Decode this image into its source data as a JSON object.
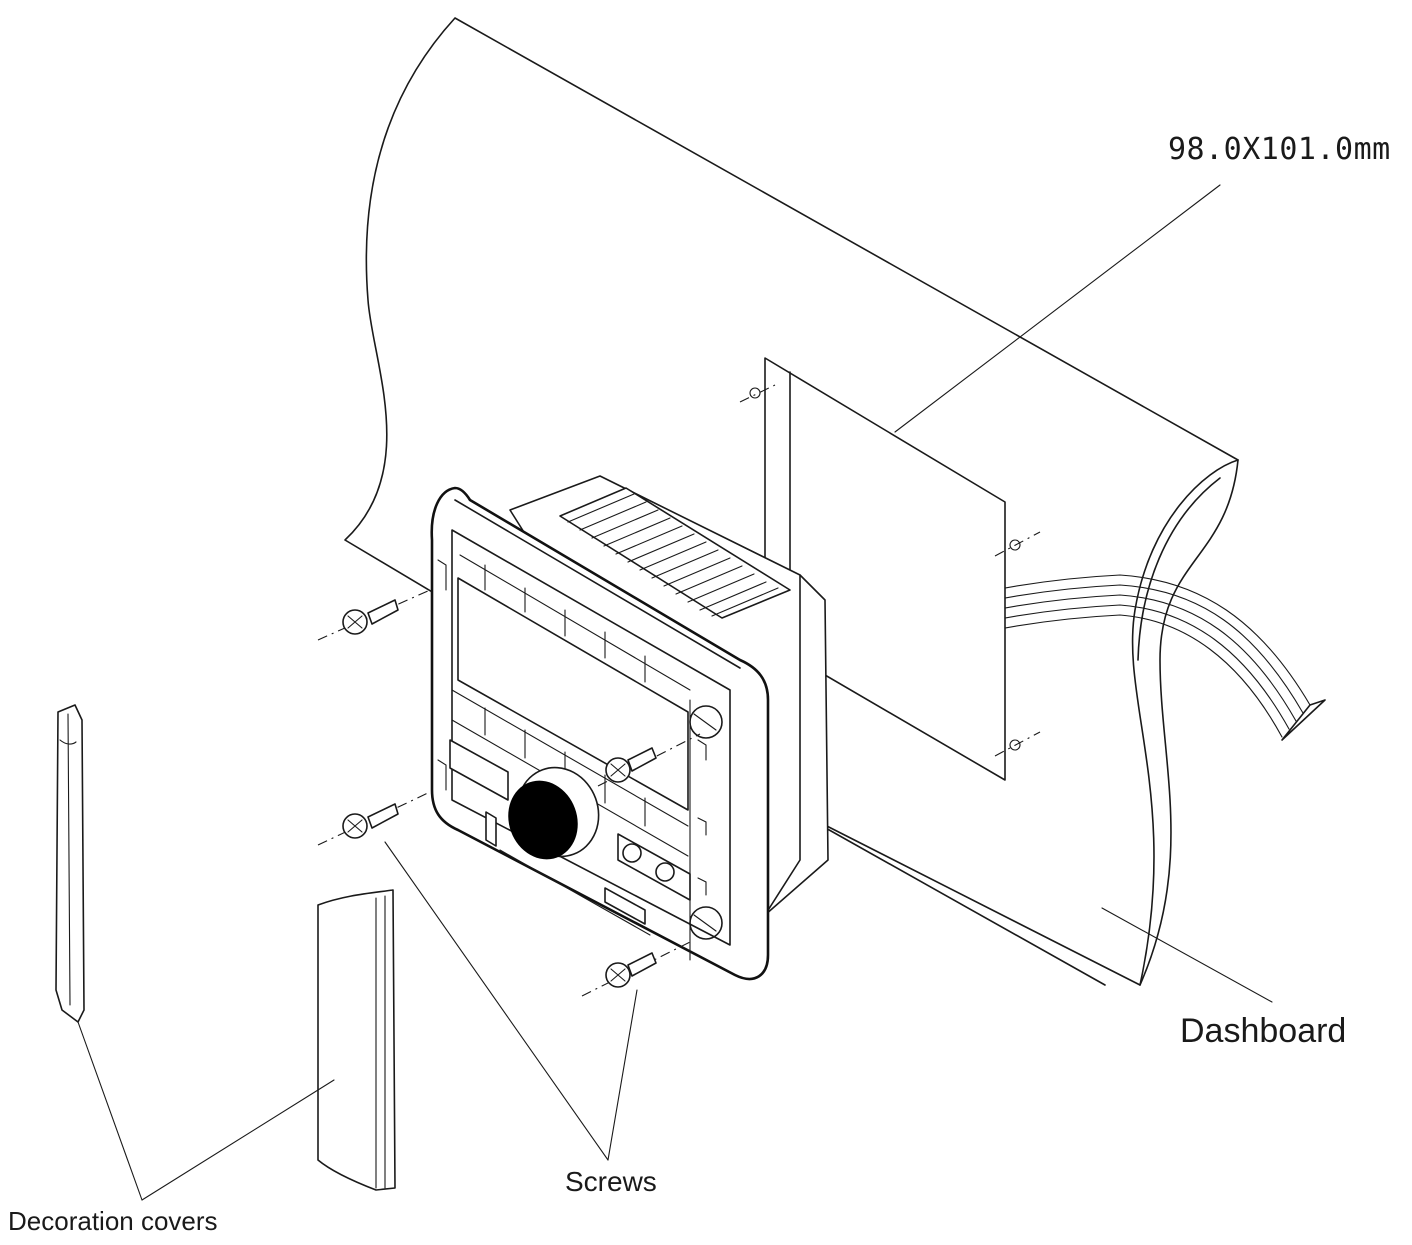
{
  "diagram": {
    "labels": {
      "dimension": "98.0X101.0mm",
      "dashboard": "Dashboard",
      "screws": "Screws",
      "decoration_covers": "Decoration covers"
    },
    "colors": {
      "line": "#1a1a1a",
      "background": "#ffffff",
      "knob": "#000000"
    },
    "parts": [
      "dashboard",
      "mounting-cutout",
      "wiring-harness",
      "head-unit",
      "volume-knob",
      "screws",
      "decoration-covers"
    ]
  }
}
